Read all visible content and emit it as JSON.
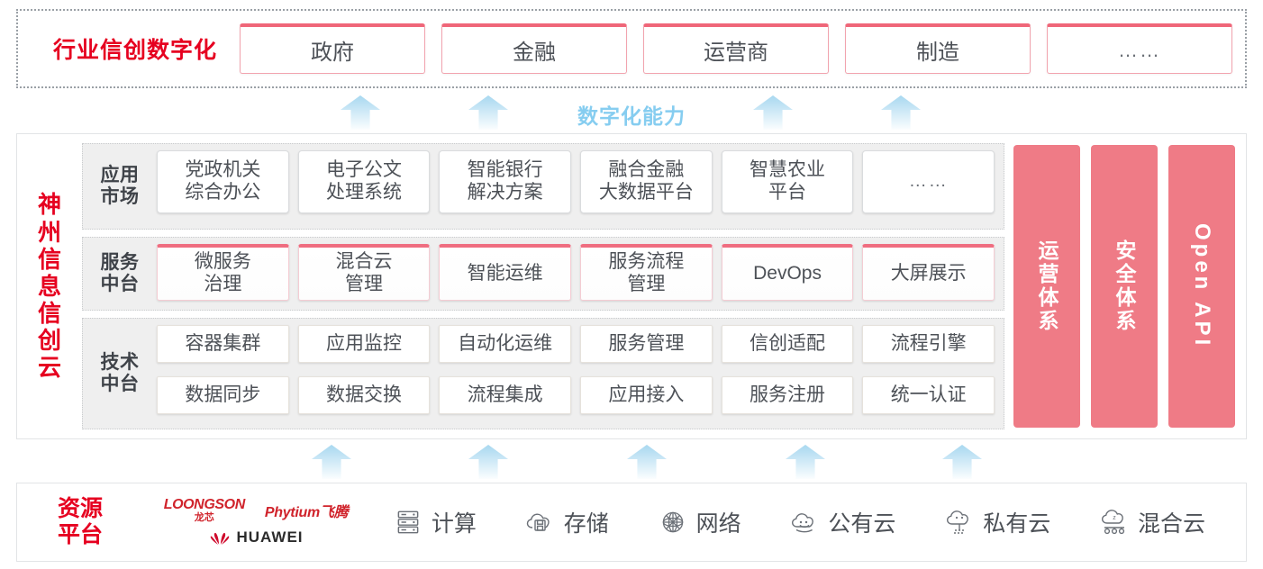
{
  "industry": {
    "title": "行业信创数字化",
    "cards": [
      "政府",
      "金融",
      "运营商",
      "制造",
      "……"
    ]
  },
  "capability": {
    "label": "数字化能力",
    "arrow_count_top": 4,
    "arrow_count_bottom": 5
  },
  "cloud": {
    "title": "神州信息信创云",
    "rows": [
      {
        "label": "应用\n市场",
        "name": "app-market",
        "cards": [
          "党政机关\n综合办公",
          "电子公文\n处理系统",
          "智能银行\n解决方案",
          "融合金融\n大数据平台",
          "智慧农业\n平台",
          "……"
        ]
      },
      {
        "label": "服务\n中台",
        "name": "service-platform",
        "cards": [
          "微服务\n治理",
          "混合云\n管理",
          "智能运维",
          "服务流程\n管理",
          "DevOps",
          "大屏展示"
        ]
      },
      {
        "label": "技术\n中台",
        "name": "tech-platform",
        "cards_row1": [
          "容器集群",
          "应用监控",
          "自动化运维",
          "服务管理",
          "信创适配",
          "流程引擎"
        ],
        "cards_row2": [
          "数据同步",
          "数据交换",
          "流程集成",
          "应用接入",
          "服务注册",
          "统一认证"
        ]
      }
    ],
    "pillars": [
      {
        "text": "运营体系",
        "latin": false
      },
      {
        "text": "安全体系",
        "latin": false
      },
      {
        "text": "Open API",
        "latin": true
      }
    ]
  },
  "resource": {
    "title": "资源\n平台",
    "vendors": {
      "loongson_en": "LOONGSON",
      "loongson_cn": "龙芯",
      "phytium": "Phytium飞腾",
      "huawei": "HUAWEI"
    },
    "items": [
      {
        "icon": "server-icon",
        "label": "计算"
      },
      {
        "icon": "cloud-storage-icon",
        "label": "存储"
      },
      {
        "icon": "network-mesh-icon",
        "label": "网络"
      },
      {
        "icon": "public-cloud-icon",
        "label": "公有云"
      },
      {
        "icon": "private-cloud-icon",
        "label": "私有云"
      },
      {
        "icon": "hybrid-cloud-icon",
        "label": "混合云"
      }
    ]
  },
  "colors": {
    "brand_red": "#e60020",
    "pillar_red": "#ef7b86",
    "card_accent": "#ef6d80",
    "arrow_blue": "#a8d8f0",
    "band_gray": "#efefef"
  }
}
